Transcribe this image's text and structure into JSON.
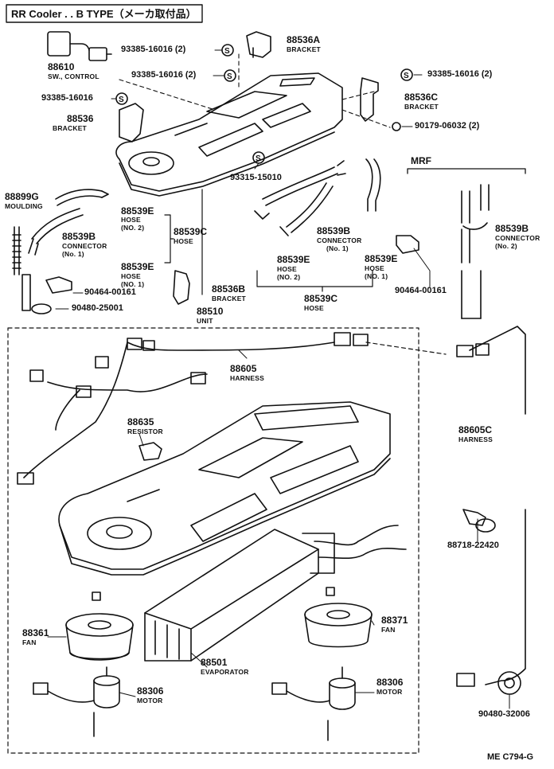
{
  "title": "RR Cooler . . B TYPE（メーカ取付品）",
  "section_label": "MRF",
  "footer_code": "ME  C794-G",
  "callouts": [
    {
      "text": "93385-16016 (2)"
    },
    {
      "text": "93385-16016 (2)"
    },
    {
      "text": "93385-16016"
    },
    {
      "text": "93385-16016 (2)"
    },
    {
      "text": "90179-06032 (2)"
    },
    {
      "text": "93315-15010"
    },
    {
      "text": "90464-00161"
    },
    {
      "text": "90480-25001"
    },
    {
      "text": "90464-00161"
    },
    {
      "text": "88718-22420"
    },
    {
      "text": "90480-32006"
    }
  ],
  "parts": [
    {
      "number": "88610",
      "desc": "SW., CONTROL"
    },
    {
      "number": "88536A",
      "desc": "BRACKET"
    },
    {
      "number": "88536C",
      "desc": "BRACKET"
    },
    {
      "number": "88536",
      "desc": "BRACKET"
    },
    {
      "number": "88899G",
      "desc": "MOULDING"
    },
    {
      "number": "88539E",
      "desc": "HOSE",
      "desc2": "(NO. 2)"
    },
    {
      "number": "88539B",
      "desc": "CONNECTOR",
      "desc2": "(No. 1)"
    },
    {
      "number": "88539C",
      "desc": "HOSE"
    },
    {
      "number": "88539E",
      "desc": "HOSE",
      "desc2": "(NO. 1)"
    },
    {
      "number": "88536B",
      "desc": "BRACKET"
    },
    {
      "number": "88510",
      "desc": "UNIT"
    },
    {
      "number": "88539B",
      "desc": "CONNECTOR",
      "desc2": "(No. 1)"
    },
    {
      "number": "88539E",
      "desc": "HOSE",
      "desc2": "(NO. 2)"
    },
    {
      "number": "88539E",
      "desc": "HOSE",
      "desc2": "(NO. 1)"
    },
    {
      "number": "88539C",
      "desc": "HOSE"
    },
    {
      "number": "88539B",
      "desc": "CONNECTOR",
      "desc2": "(No. 2)"
    },
    {
      "number": "88605",
      "desc": "HARNESS"
    },
    {
      "number": "88635",
      "desc": "RESISTOR"
    },
    {
      "number": "88605C",
      "desc": "HARNESS"
    },
    {
      "number": "88361",
      "desc": "FAN"
    },
    {
      "number": "88371",
      "desc": "FAN"
    },
    {
      "number": "88501",
      "desc": "EVAPORATOR"
    },
    {
      "number": "88306",
      "desc": "MOTOR"
    },
    {
      "number": "88306",
      "desc": "MOTOR"
    }
  ]
}
